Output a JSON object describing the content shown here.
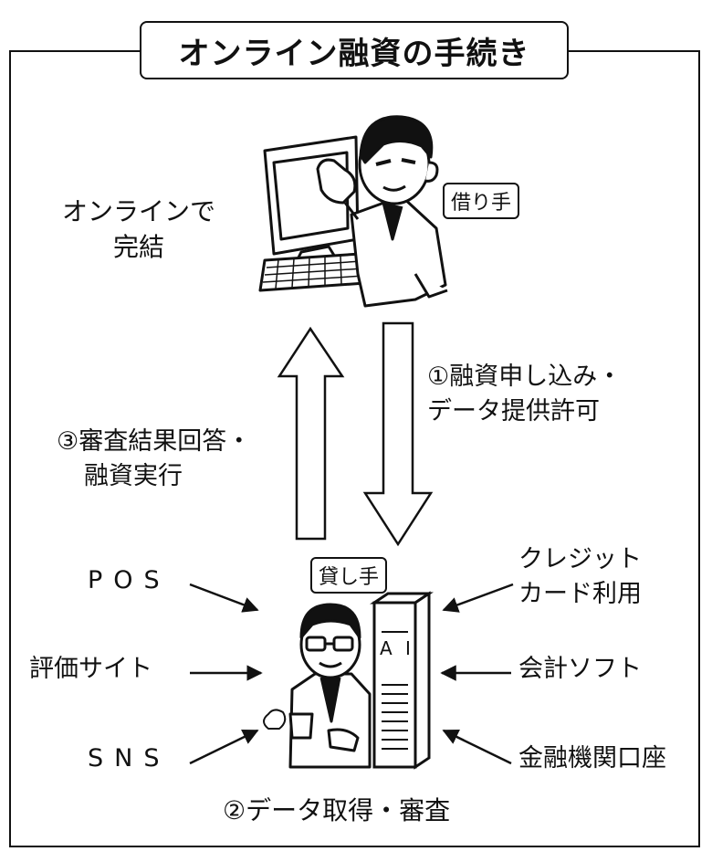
{
  "title": "オンライン融資の手続き",
  "online_note": [
    "オンラインで",
    "完結"
  ],
  "borrower": "借り手",
  "lender": "貸し手",
  "step1": [
    "①融資申し込み・",
    "データ提供許可"
  ],
  "step3": [
    "③審査結果回答・",
    "融資実行"
  ],
  "step2": "②データ取得・審査",
  "sources_left": [
    "POS",
    "評価サイト",
    "SNS"
  ],
  "sources_right": [
    "クレジット",
    "カード利用",
    "会計ソフト",
    "金融機関口座"
  ],
  "server_label": "A I"
}
